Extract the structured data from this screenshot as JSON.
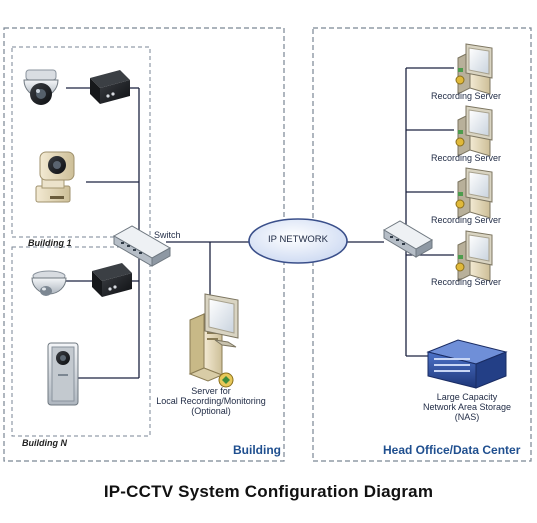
{
  "diagram": {
    "title": "IP-CCTV System Configuration Diagram",
    "zones": {
      "building": "Building",
      "head_office": "Head Office/Data Center",
      "building_1": "Building 1",
      "building_n": "Building N"
    },
    "ip_network": "IP NETWORK",
    "switch": "Switch",
    "local_server": {
      "line1": "Server for",
      "line2": "Local Recording/Monitoring",
      "line3": "(Optional)"
    },
    "recording_servers": [
      "Recording Server",
      "Recording Server",
      "Recording Server",
      "Recording Server"
    ],
    "nas": {
      "line1": "Large Capacity",
      "line2": "Network Area Storage",
      "line3": "(NAS)"
    }
  },
  "colors": {
    "zone_border": "#7a8694",
    "link": "#1c2340",
    "network_fill": "#dfe7f7",
    "network_stroke": "#3a4f8a",
    "zone_title": "#1f4f8f"
  },
  "icons": {
    "cameras": [
      "dome-camera-icon",
      "ptz-camera-icon",
      "mini-dome-camera-icon",
      "box-camera-icon"
    ],
    "encoders": [
      "video-encoder-icon",
      "video-encoder-icon"
    ],
    "switches": [
      "network-switch-icon",
      "network-switch-icon"
    ],
    "servers": [
      "server-pc-icon"
    ],
    "storage": [
      "nas-storage-icon"
    ]
  }
}
